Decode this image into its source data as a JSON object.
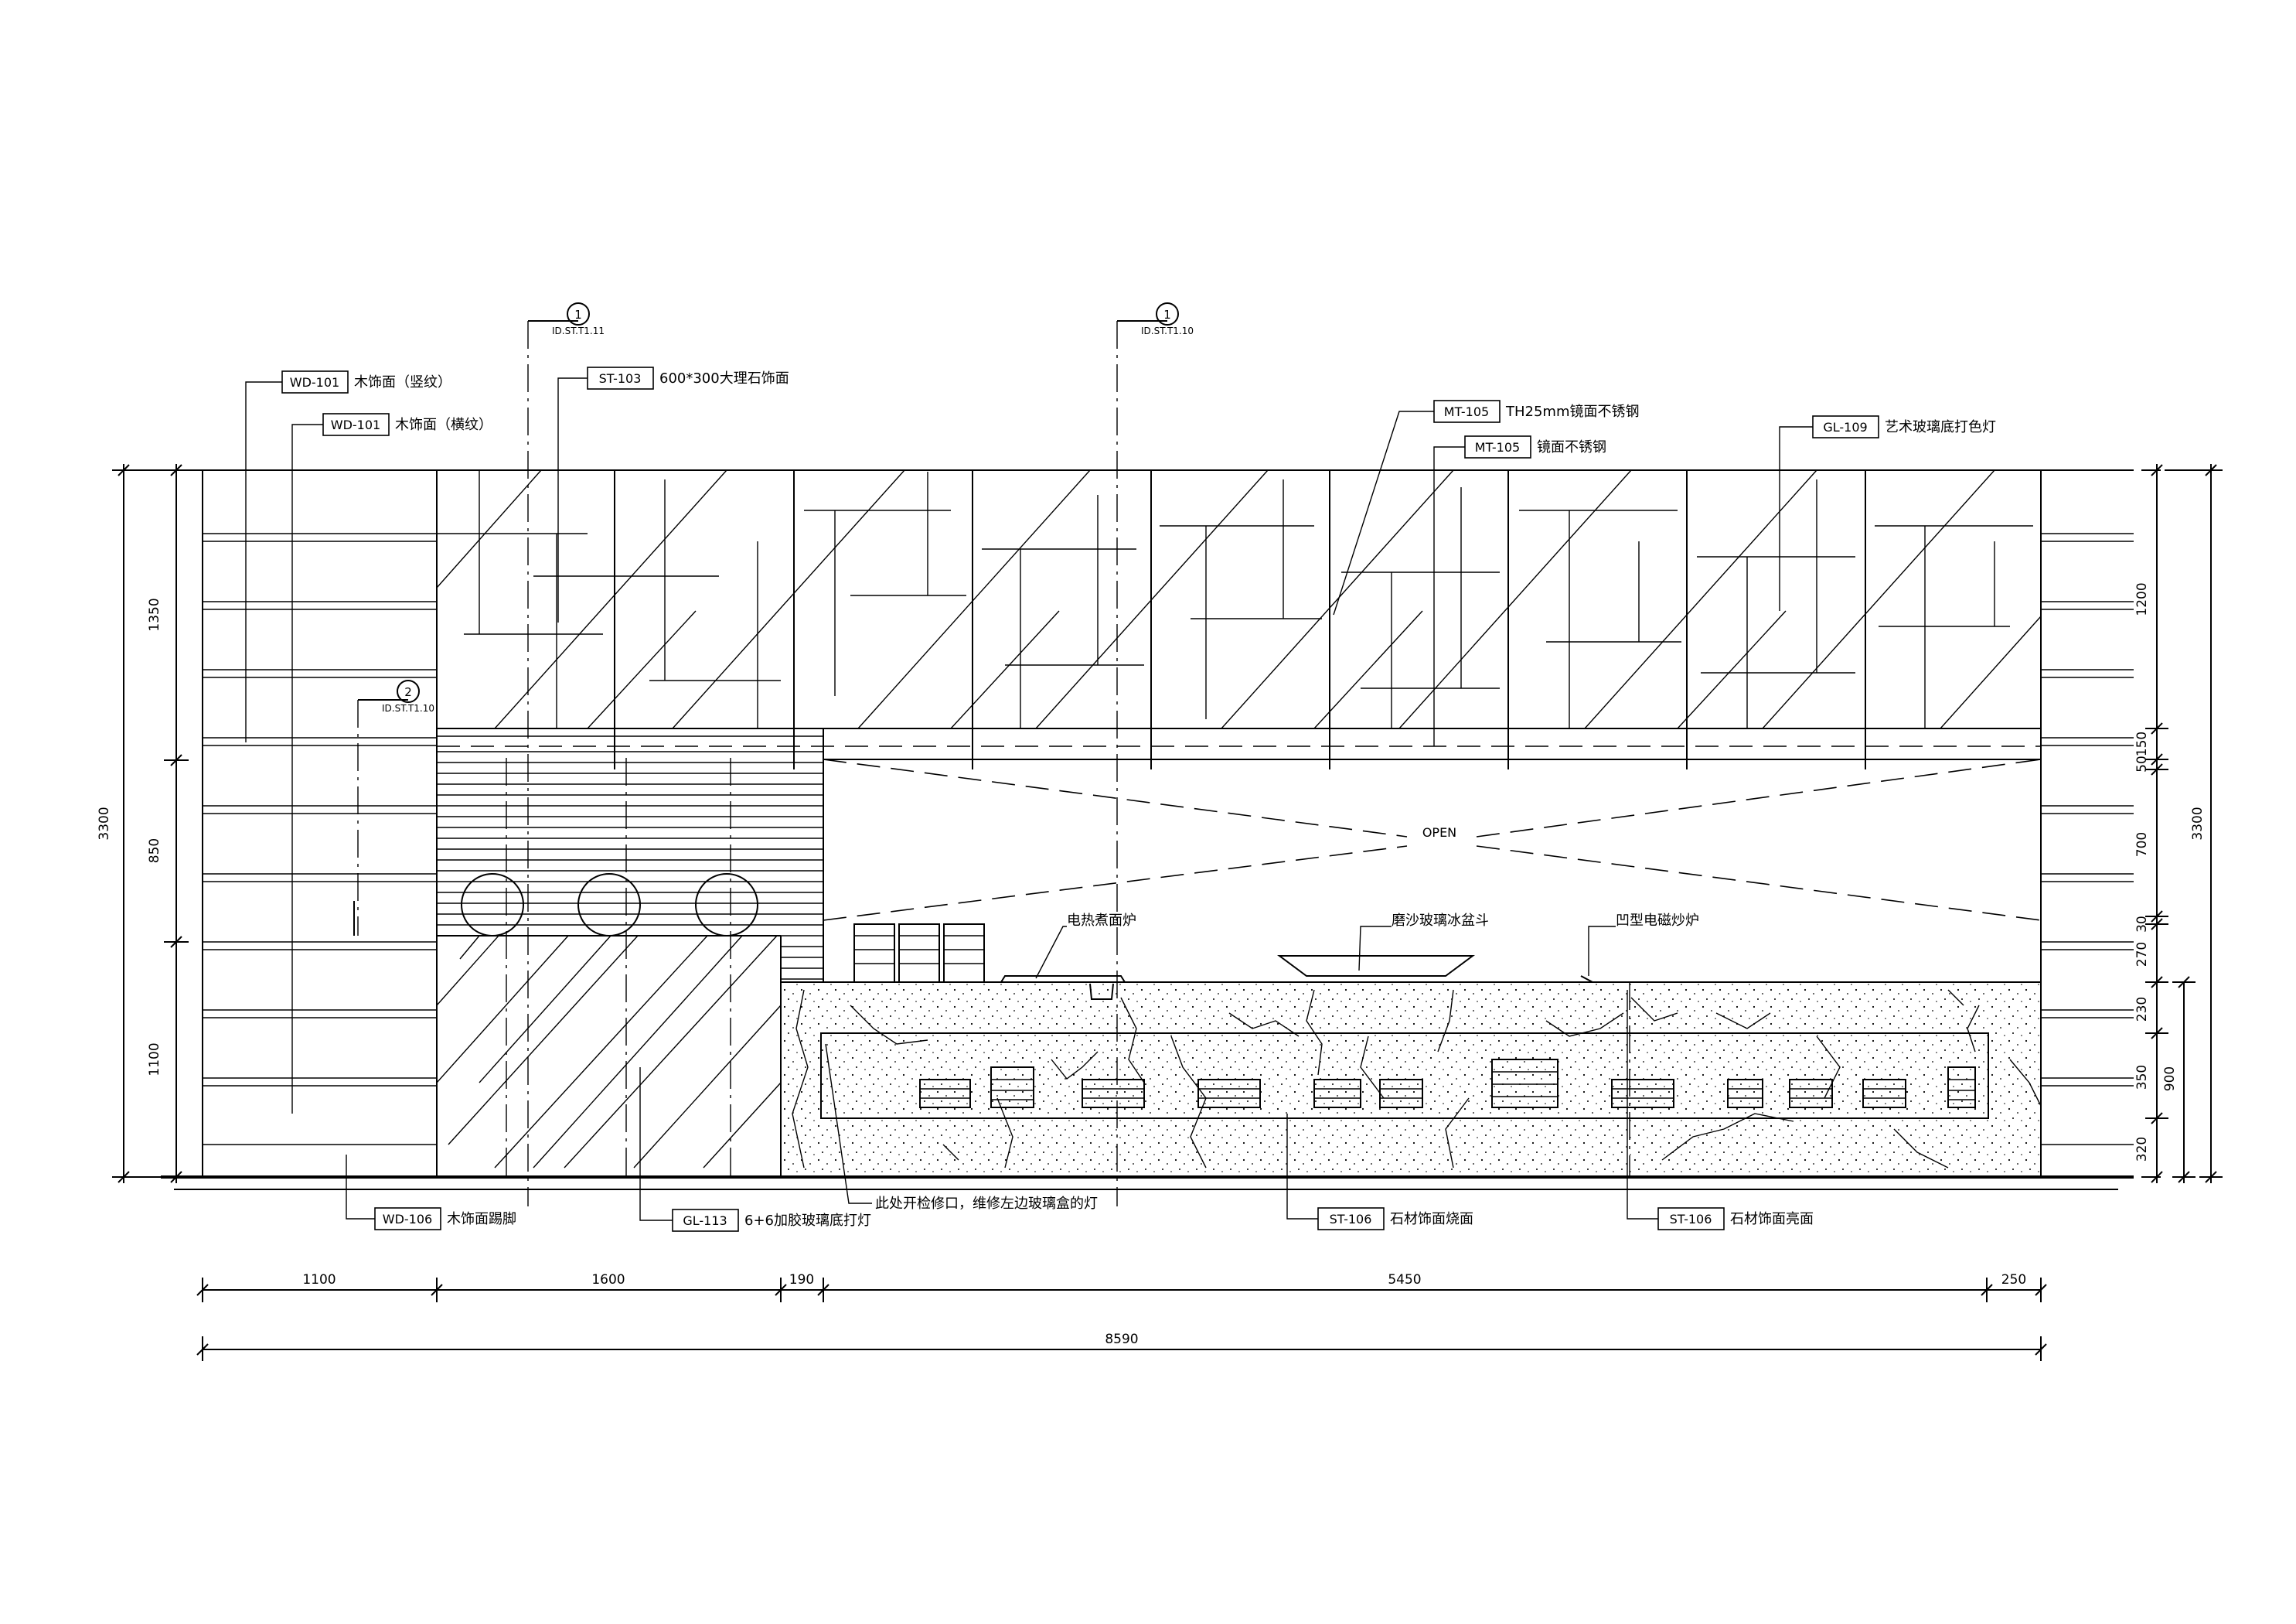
{
  "section_markers": [
    {
      "number": "1",
      "ref": "ID.ST.T1.11"
    },
    {
      "number": "1",
      "ref": "ID.ST.T1.10"
    },
    {
      "number": "2",
      "ref": "ID.ST.T1.10"
    }
  ],
  "callouts": {
    "wd101_vertical": {
      "code": "WD-101",
      "text": "木饰面（竖纹）"
    },
    "wd101_horizontal": {
      "code": "WD-101",
      "text": "木饰面（横纹）"
    },
    "st103": {
      "code": "ST-103",
      "text": "600*300大理石饰面"
    },
    "mt105_a": {
      "code": "MT-105",
      "text": "TH25mm镜面不锈钢"
    },
    "mt105_b": {
      "code": "MT-105",
      "text": "镜面不锈钢"
    },
    "gl109": {
      "code": "GL-109",
      "text": "艺术玻璃底打色灯"
    },
    "wd106": {
      "code": "WD-106",
      "text": "木饰面踢脚"
    },
    "gl113": {
      "code": "GL-113",
      "text": "6+6加胶玻璃底打灯"
    },
    "st106_a": {
      "code": "ST-106",
      "text": "石材饰面烧面"
    },
    "st106_b": {
      "code": "ST-106",
      "text": "石材饰面亮面"
    }
  },
  "notes": {
    "open": "OPEN",
    "induction_noodle": "电热煮面炉",
    "frosted_ice_bowl": "磨沙玻璃冰盆斗",
    "wok": "凹型电磁炒炉",
    "access_panel": "此处开检修口，维修左边玻璃盒的灯"
  },
  "dimensions": {
    "bottom": [
      "1100",
      "1600",
      "190",
      "5450",
      "250"
    ],
    "overall": "8590",
    "left_segments": [
      "1350",
      "850",
      "1100"
    ],
    "left_total": "3300",
    "right_segments": [
      "1200",
      "150",
      "50",
      "700",
      "30",
      "270",
      "230",
      "350",
      "320"
    ],
    "right_sub": "900",
    "right_total": "3300"
  }
}
